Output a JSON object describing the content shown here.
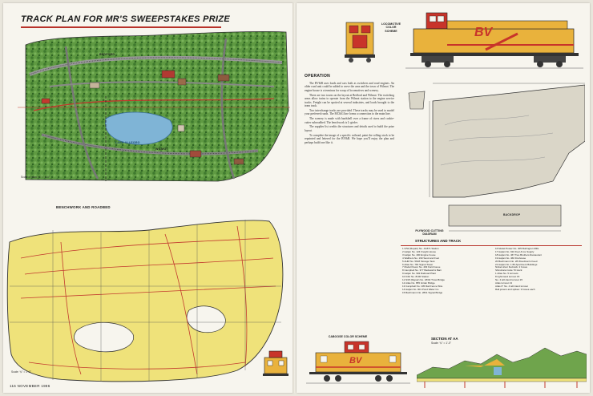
{
  "left_page": {
    "headline": "TRACK PLAN FOR MR'S SWEEPSTAKES PRIZE",
    "map_label_top": "BEDFORD",
    "map_label_lake": "LAKE ALLEGRO",
    "map_label_mid": "WILMOT",
    "scale_note_1": "Scale of plan: ¼\" = 1'-0\"",
    "scale_note_2": "Scale: ¾\" = 1'-0\"",
    "benchwork_title": "BENCHWORK AND ROADBED",
    "folio": "116   NOVEMBER 1986"
  },
  "right_page": {
    "loco_caption": "LOCOMOTIVE COLOR SCHEME",
    "loco_logo": "BV",
    "operation_head": "OPERATION",
    "operation_paragraphs": [
      "The BV&B uses loads and cars both as switchers and road engines. An older road unit could be added to serve the area and the town of Wilmot. The engine house is a terminus for scrap of locomotives and scenery.",
      "There are two towns on the layout at Bedford and Wilmot. The switching areas allow trains to operate from the Wilmot station to the engine service tracks. Freight can be spotted at several industries, and loads brought to the team track.",
      "Two interchange tracks are provided. These tracks may be used to model your preferred roads. The MC&G line forms a connection to the main line.",
      "The scenery is made with hardshell over a frame of risers and cookie-cutter subroadbed. The benchwork is L-girder.",
      "The supplier list credits the structures and details used to build the prize layout.",
      "To complete the image of a specific railroad, paint the rolling stock to be repainted and lettered for the BV&B. We hope you'll enjoy the plan and perhaps build one like it."
    ],
    "plywood_caption": "PLYWOOD CUTTING DIAGRAM",
    "backdrop_label": "BACKDROP",
    "structures_head": "STRUCTURES AND TRACK",
    "structures_col1": [
      "1  N/W (Repair) No. J3-871 Station",
      "2  Heljan No. 124 Freight House",
      "3  Heljan No. 400 Engine house",
      "4  Walthers No. 190 Sand and Fuel",
      "5  AHM No. 5618 Storage Tank",
      "6  Atlas No. 781 Signal Tower",
      "7  Model Power No. 403 Farmhouse",
      "8  Campbell No. 377 Backwall & Barn",
      "9  Heljan No. 902 Railroad Plant",
      "10 Kibri No. 8100 Station",
      "11 N/W (Repair) No. 18/02 Truss Bridge",
      "12 Atlas No. 855 Girder Bridge",
      "13 Campbell No. 105 Rail Fence Wire",
      "14 Heljan No. 901 Pond Water Co.",
      "15 Bachmann No. 2831 Signal Bridge"
    ],
    "structures_col2": [
      "16 Model Power No. 405 Burlington Mills",
      "17 Heljan No. 910 Fuel & Ice Supply",
      "18 Heljan No. 467 Two Brothers Restaurant",
      "19 Heljan No. 460 Firehouse",
      "20 Bachmann No. 28 Woodman's Feed",
      "21 Heljan No. 1 80 Apartment Buildings",
      "",
      "Nickel silver flextrack: 2 boxes",
      "Shinohara Code 70 track:",
      "  1 Atlas No. 5 turnouts",
      "  8 right-hand turnout 15",
      "  No. 4 left-hand turnout 15",
      "  Atlas turnout 13",
      "  Atlas 6\" No. 4 left-hand turnout",
      "  Rail joiners and spikes: 3 boxes each"
    ],
    "section_caption": "SECTION AT AA",
    "caboose_caption": "CABOOSE COLOR SCHEME",
    "caboose_logo": "BV",
    "scale_small": "Scale: ¾\" = 1'-0\""
  },
  "colors": {
    "locomotive_yellow": "#e9b23c",
    "logo_red": "#c8342a",
    "map_green": "#6fa44c",
    "benchwork_yellow": "#efe27a",
    "track_red": "#c23a2e",
    "headline_rule": "#b8322a"
  }
}
